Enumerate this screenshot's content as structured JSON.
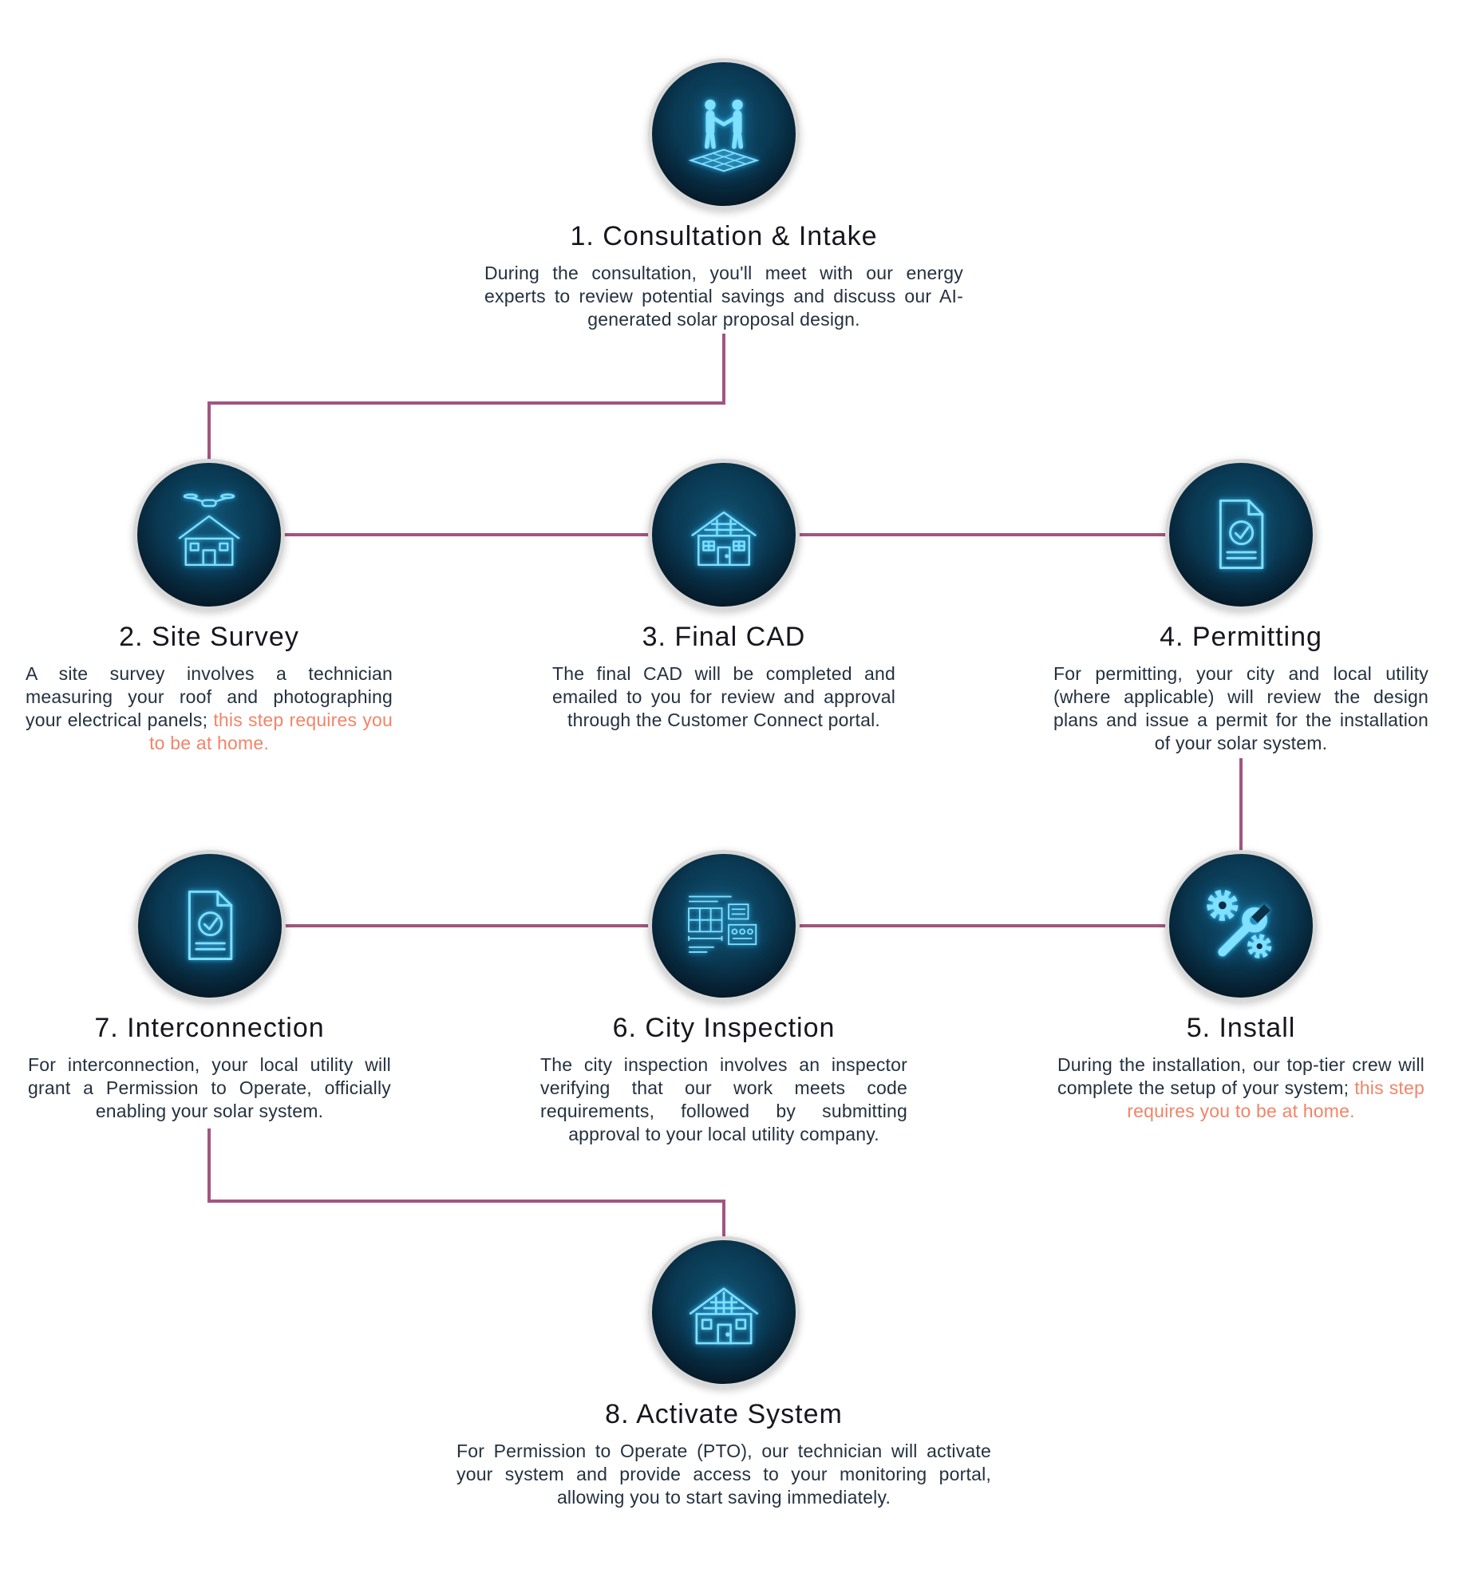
{
  "colors": {
    "connector_line": "#a25580",
    "highlight_text": "#f28468",
    "icon_glow": "#7fe0ff",
    "title_text": "#16161f",
    "body_text": "#24313f",
    "circle_border": "#d8d8d8"
  },
  "steps": [
    {
      "number": "1",
      "title": "1. Consultation & Intake",
      "icon": "handshake-solar-icon",
      "desc": [
        {
          "t": "During the consultation, you'll meet with our energy experts to review potential savings and discuss our AI-generated solar proposal design.",
          "hl": false
        }
      ]
    },
    {
      "number": "2",
      "title": "2. Site Survey",
      "icon": "house-drone-survey-icon",
      "desc": [
        {
          "t": "A site survey involves a technician measuring your roof and photographing your electrical panels; ",
          "hl": false
        },
        {
          "t": "this step requires you to be at home.",
          "hl": true
        }
      ]
    },
    {
      "number": "3",
      "title": "3. Final CAD",
      "icon": "house-cad-icon",
      "desc": [
        {
          "t": "The final CAD will be completed and emailed to you for review and approval through the Customer Connect portal.",
          "hl": false
        }
      ]
    },
    {
      "number": "4",
      "title": "4. Permitting",
      "icon": "document-check-icon",
      "desc": [
        {
          "t": "For permitting, your city and local utility (where applicable) will review the design plans and issue a permit for the installation of your solar system.",
          "hl": false
        }
      ]
    },
    {
      "number": "5",
      "title": "5. Install",
      "icon": "tools-icon",
      "desc": [
        {
          "t": "During the installation, our top-tier crew will complete the setup of your system; ",
          "hl": false
        },
        {
          "t": "this step requires you to be at home.",
          "hl": true
        }
      ]
    },
    {
      "number": "6",
      "title": "6. City Inspection",
      "icon": "blueprint-icon",
      "desc": [
        {
          "t": "The city inspection involves an inspector verifying that our work meets code requirements, followed by submitting approval to your local utility company.",
          "hl": false
        }
      ]
    },
    {
      "number": "7",
      "title": "7. Interconnection",
      "icon": "document-check-icon",
      "desc": [
        {
          "t": "For interconnection, your local utility will grant a Permission to Operate, officially enabling your solar system.",
          "hl": false
        }
      ]
    },
    {
      "number": "8",
      "title": "8. Activate System",
      "icon": "house-solar-icon",
      "desc": [
        {
          "t": "For Permission to Operate (PTO), our technician will activate your system and provide access to your monitoring portal, allowing you to start saving immediately.",
          "hl": false
        }
      ]
    }
  ]
}
